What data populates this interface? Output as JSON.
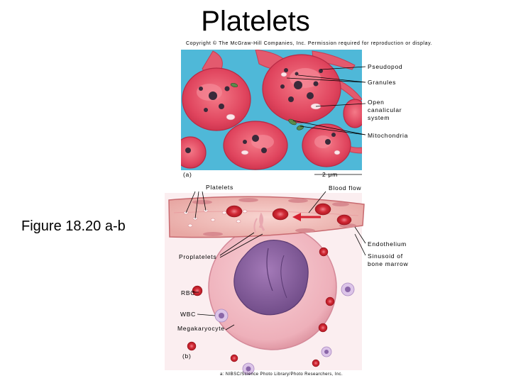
{
  "slide": {
    "title": "Platelets",
    "copyright": "Copyright © The McGraw-Hill Companies, Inc. Permission required for reproduction or display.",
    "figure_label": "Figure 18.20 a-b"
  },
  "panel_a": {
    "label": "(a)",
    "scale_bar": "2 μm",
    "callouts": [
      "Pseudopod",
      "Granules",
      "Open canalicular system",
      "Mitochondria"
    ]
  },
  "panel_b": {
    "label": "(b)",
    "credit": "a: NIBSC/Science Photo Library/Photo Researchers, Inc.",
    "left_labels": [
      "Platelets",
      "Proplatelets",
      "RBC",
      "WBC",
      "Megakaryocyte"
    ],
    "right_labels": [
      "Blood flow",
      "Endothelium",
      "Sinusoid of bone marrow"
    ]
  },
  "colors": {
    "micrograph_bg": "#4fb8d8",
    "platelet": "#e8556b",
    "granule": "#3a2a3a",
    "rbc": "#c8202a",
    "megakaryocyte": "#f0b8c0",
    "nucleus": "#8a5a9a",
    "wbc": "#c9a8d8"
  }
}
